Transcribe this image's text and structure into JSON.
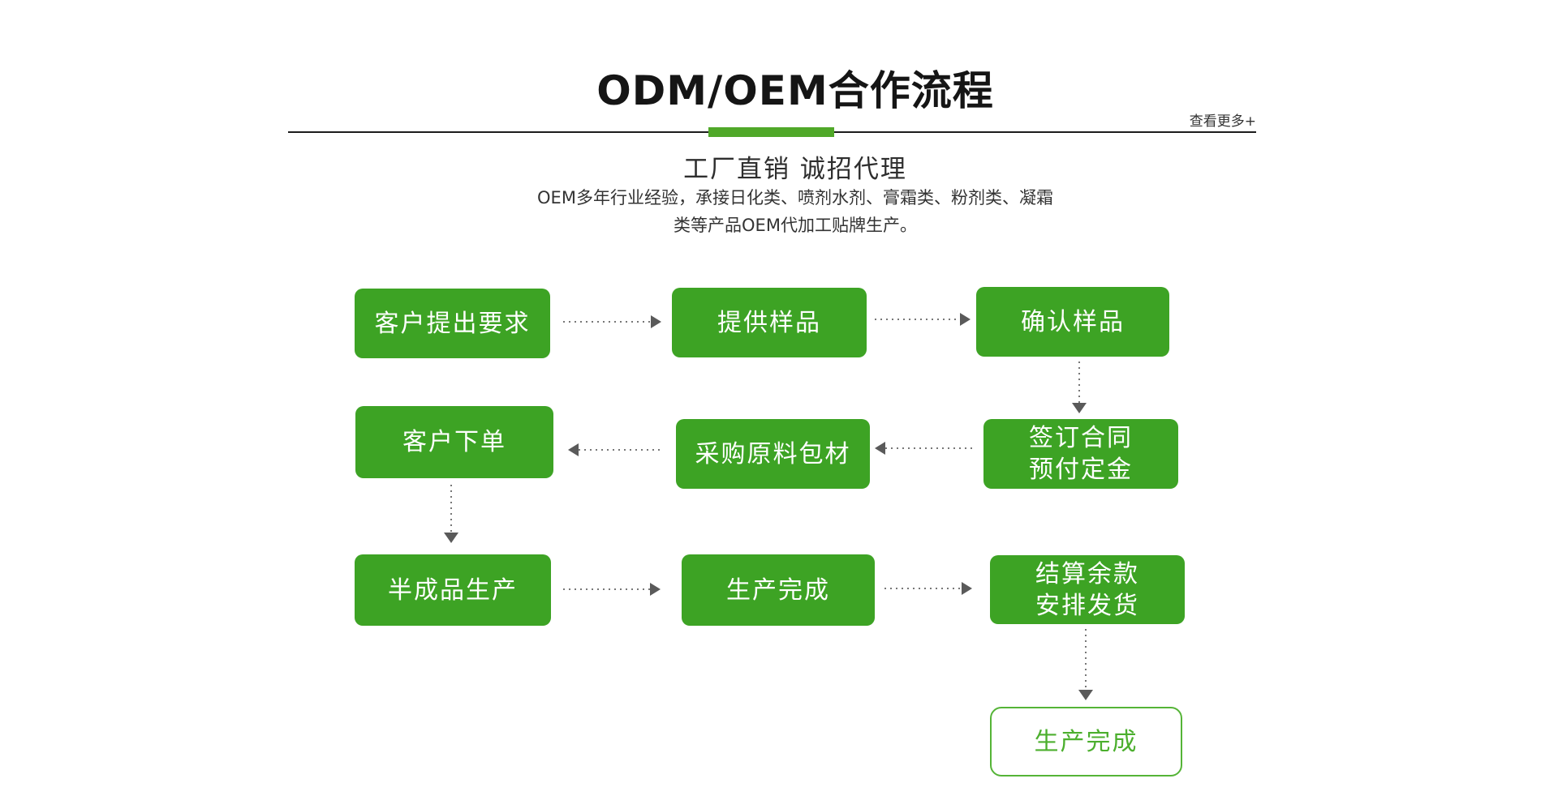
{
  "header": {
    "title": "ODM/OEM合作流程",
    "more_link": "查看更多+",
    "subtitle": "工厂直销 诚招代理",
    "description_line1": "OEM多年行业经验，承接日化类、喷剂水剂、膏霜类、粉剂类、凝霜",
    "description_line2": "类等产品OEM代加工贴牌生产。"
  },
  "colors": {
    "accent_green": "#50a829",
    "box_green": "#3da324",
    "outline_box_border": "#55b437",
    "outline_box_text": "#4caf2e",
    "arrow_dots": "#777777",
    "arrow_head": "#5a5a5a",
    "divider": "#1c1c1c"
  },
  "flow": {
    "nodes": [
      {
        "id": "step-1",
        "line1": "客户提出要求"
      },
      {
        "id": "step-2",
        "line1": "提供样品"
      },
      {
        "id": "step-3",
        "line1": "确认样品"
      },
      {
        "id": "step-4",
        "line1": "客户下单"
      },
      {
        "id": "step-5",
        "line1": "采购原料包材"
      },
      {
        "id": "step-6",
        "line1": "签订合同",
        "line2": "预付定金"
      },
      {
        "id": "step-7",
        "line1": "半成品生产"
      },
      {
        "id": "step-8",
        "line1": "生产完成"
      },
      {
        "id": "step-9",
        "line1": "结算余款",
        "line2": "安排发货"
      },
      {
        "id": "step-10",
        "line1": "生产完成"
      }
    ]
  }
}
